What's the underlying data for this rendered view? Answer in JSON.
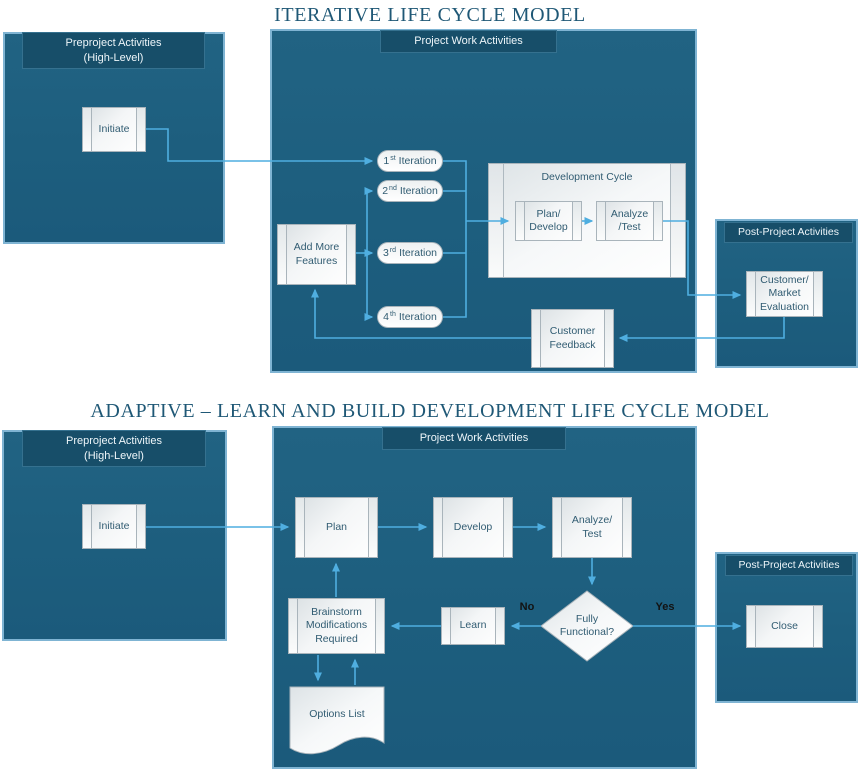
{
  "titles": {
    "diagram1": "ITERATIVE LIFE CYCLE MODEL",
    "diagram2": "ADAPTIVE – LEARN AND BUILD DEVELOPMENT LIFE CYCLE MODEL"
  },
  "colors": {
    "panel_fill": "#1e5f80",
    "panel_border": "#7fb4d3",
    "panel_header_fill": "#174e69",
    "connector_blue": "#4faee0",
    "shape_border": "#a9b4bb",
    "shape_text": "#315c72",
    "title_text": "#1f5876"
  },
  "diagram1": {
    "preproject": {
      "header_line1": "Preproject Activities",
      "header_line2": "(High-Level)",
      "initiate": "Initiate"
    },
    "work": {
      "header": "Project Work Activities",
      "iterations": [
        {
          "num": "1",
          "sup": "st",
          "word": "Iteration"
        },
        {
          "num": "2",
          "sup": "nd",
          "word": "Iteration"
        },
        {
          "num": "3",
          "sup": "rd",
          "word": "Iteration"
        },
        {
          "num": "4",
          "sup": "th",
          "word": "Iteration"
        }
      ],
      "add_more_features": "Add More Features",
      "dev_cycle": {
        "title": "Development Cycle",
        "plan_develop": "Plan/ Develop",
        "analyze_test": "Analyze /Test"
      },
      "customer_feedback": "Customer Feedback"
    },
    "post": {
      "header": "Post-Project Activities",
      "customer_market_evaluation": "Customer/ Market Evaluation"
    }
  },
  "diagram2": {
    "preproject": {
      "header_line1": "Preproject Activities",
      "header_line2": "(High-Level)",
      "initiate": "Initiate"
    },
    "work": {
      "header": "Project Work Activities",
      "plan": "Plan",
      "develop": "Develop",
      "analyze_test": "Analyze/ Test",
      "decision": "Fully Functional?",
      "decision_no": "No",
      "decision_yes": "Yes",
      "learn": "Learn",
      "brainstorm": "Brainstorm Modifications Required",
      "options_list": "Options List"
    },
    "post": {
      "header": "Post-Project Activities",
      "close": "Close"
    }
  }
}
